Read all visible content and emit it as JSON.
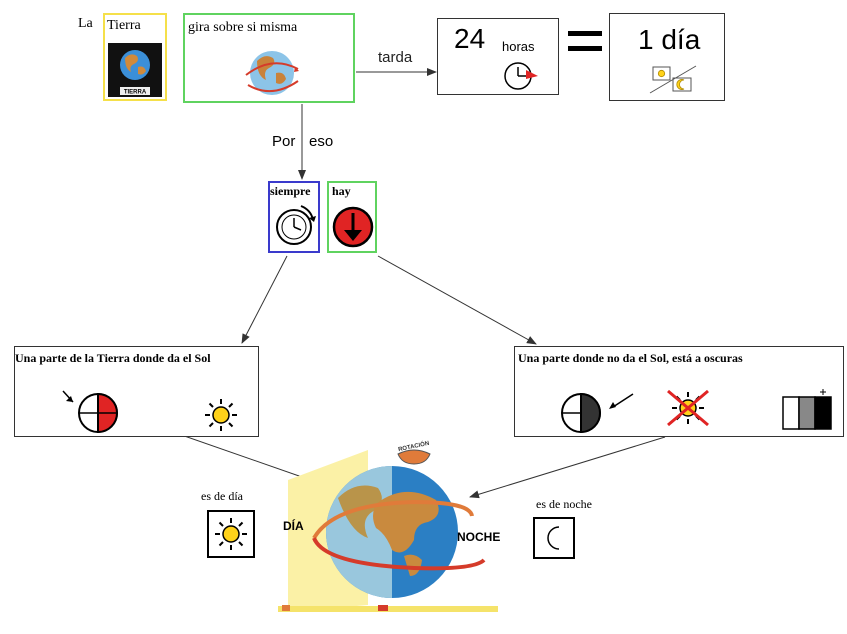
{
  "top": {
    "la": "La",
    "tierra": "Tierra",
    "tierra_badge": "TIERRA",
    "gira": "gira sobre si misma",
    "tarda": "tarda",
    "hours_number": "24",
    "hours_word": "horas",
    "day_text": "1 día"
  },
  "middle": {
    "por": "Por",
    "eso": "eso",
    "siempre": "siempre",
    "hay": "hay"
  },
  "sunlit": {
    "label": "Una parte de la Tierra donde da el Sol"
  },
  "dark": {
    "label": "Una parte donde no da el Sol, está a oscuras"
  },
  "bottom": {
    "es_dia": "es  de día",
    "es_noche": "es de noche",
    "dia_big": "DÍA",
    "noche_big": "NOCHE",
    "rotacion": "ROTACIÓN"
  },
  "colors": {
    "yellow_border": "#f5e04a",
    "green_border": "#5fd35f",
    "blue_border": "#3a3acc",
    "red": "#e02424",
    "sun": "#ffd21a"
  }
}
